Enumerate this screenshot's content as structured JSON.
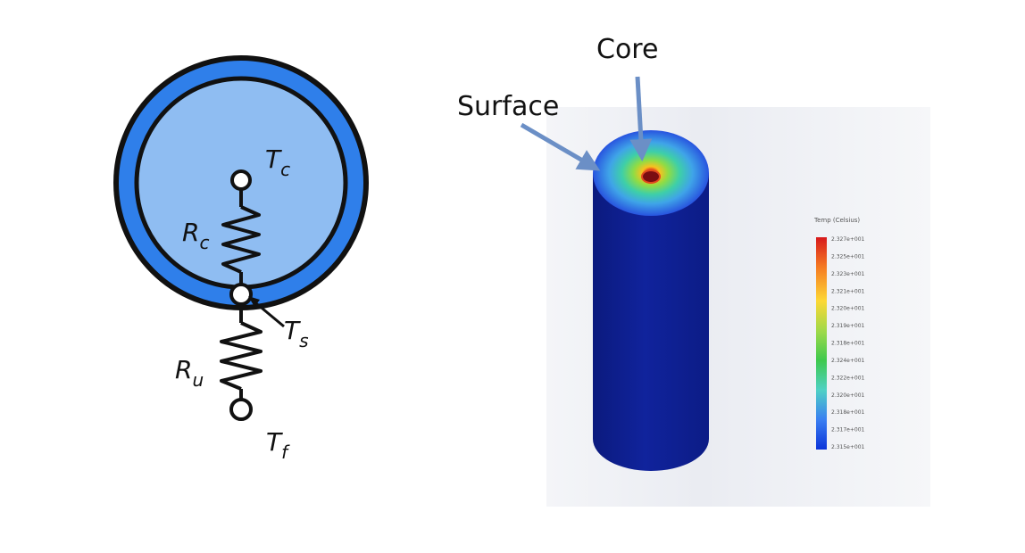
{
  "schematic": {
    "core_temp": {
      "main": "T",
      "sub": "c"
    },
    "core_resistance": {
      "main": "R",
      "sub": "c"
    },
    "surface_temp": {
      "main": "T",
      "sub": "s"
    },
    "convective_resistance": {
      "main": "R",
      "sub": "u"
    },
    "fluid_temp": {
      "main": "T",
      "sub": "f"
    },
    "colors": {
      "outer_ring": "#2f7fea",
      "inner_fill": "#8fbdf2",
      "outline": "#111111"
    }
  },
  "simulation": {
    "label_core": "Core",
    "label_surface": "Surface",
    "arrow_color": "#6b8fc6",
    "legend": {
      "title": "Temp (Celsius)",
      "ticks": [
        "2.327e+001",
        "2.325e+001",
        "2.323e+001",
        "2.321e+001",
        "2.320e+001",
        "2.319e+001",
        "2.318e+001",
        "2.324e+001",
        "2.322e+001",
        "2.320e+001",
        "2.318e+001",
        "2.317e+001",
        "2.315e+001"
      ],
      "colors": [
        "#d7191c",
        "#f57a22",
        "#fdd835",
        "#9ad94a",
        "#3ec94d",
        "#4fd1c5",
        "#3a7ff2",
        "#0b34d9"
      ]
    },
    "colors": {
      "cylinder_body": "#0f1f9a",
      "cylinder_edge": "#0a167a"
    }
  }
}
